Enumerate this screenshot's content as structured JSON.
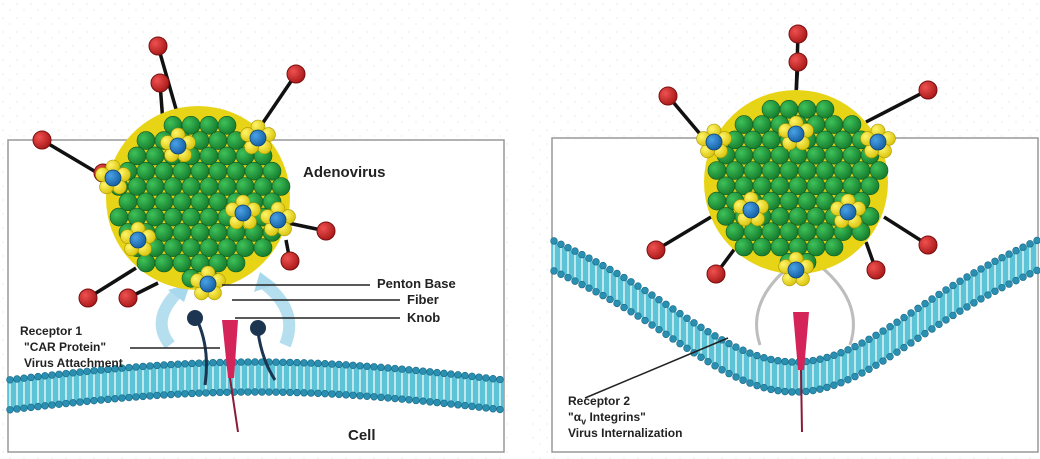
{
  "colors": {
    "capsid_green": "#1f9a3a",
    "capsid_green_dark": "#13742a",
    "penton_yellow": "#f2e21f",
    "penton_blue": "#1f78c8",
    "knob_red": "#d42a2a",
    "membrane_teal": "#3fb3c8",
    "membrane_head": "#2a8fb0",
    "receptor_magenta": "#d4245a",
    "receptor_navy": "#1c3550",
    "arrow_blue": "#a8d8ec"
  },
  "left_panel": {
    "title": "Adenovirus",
    "penton_base": "Penton Base",
    "fiber": "Fiber",
    "knob": "Knob",
    "receptor_line1": "Receptor 1",
    "receptor_line2": "\"CAR Protein\"",
    "receptor_line3": "Virus Attachment",
    "cell": "Cell"
  },
  "right_panel": {
    "receptor_line1": "Receptor 2",
    "receptor_line2_alpha": "α",
    "receptor_line2_sub": "v",
    "receptor_line2_text": " Integrins\"",
    "receptor_line2_open": "\"",
    "receptor_line3": "Virus Internalization"
  }
}
